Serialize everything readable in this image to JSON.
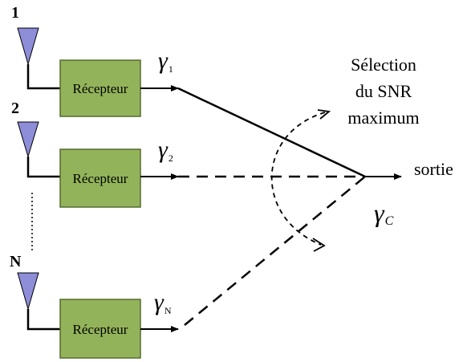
{
  "branches": [
    {
      "number": "1",
      "receiver_label": "Récepteur",
      "gamma_symbol": "γ",
      "gamma_sub": "1"
    },
    {
      "number": "2",
      "receiver_label": "Récepteur",
      "gamma_symbol": "γ",
      "gamma_sub": "2"
    },
    {
      "number": "N",
      "receiver_label": "Récepteur",
      "gamma_symbol": "γ",
      "gamma_sub": "N"
    }
  ],
  "selection_label": {
    "line1": "Sélection",
    "line2": "du SNR",
    "line3": "maximum"
  },
  "output_label": "sortie",
  "combined": {
    "symbol": "γ",
    "sub": "C"
  },
  "colors": {
    "antenna_fill": "#8d8dd8",
    "receiver_fill": "#93b35a",
    "receiver_stroke": "#556b2f",
    "line": "#000000"
  }
}
